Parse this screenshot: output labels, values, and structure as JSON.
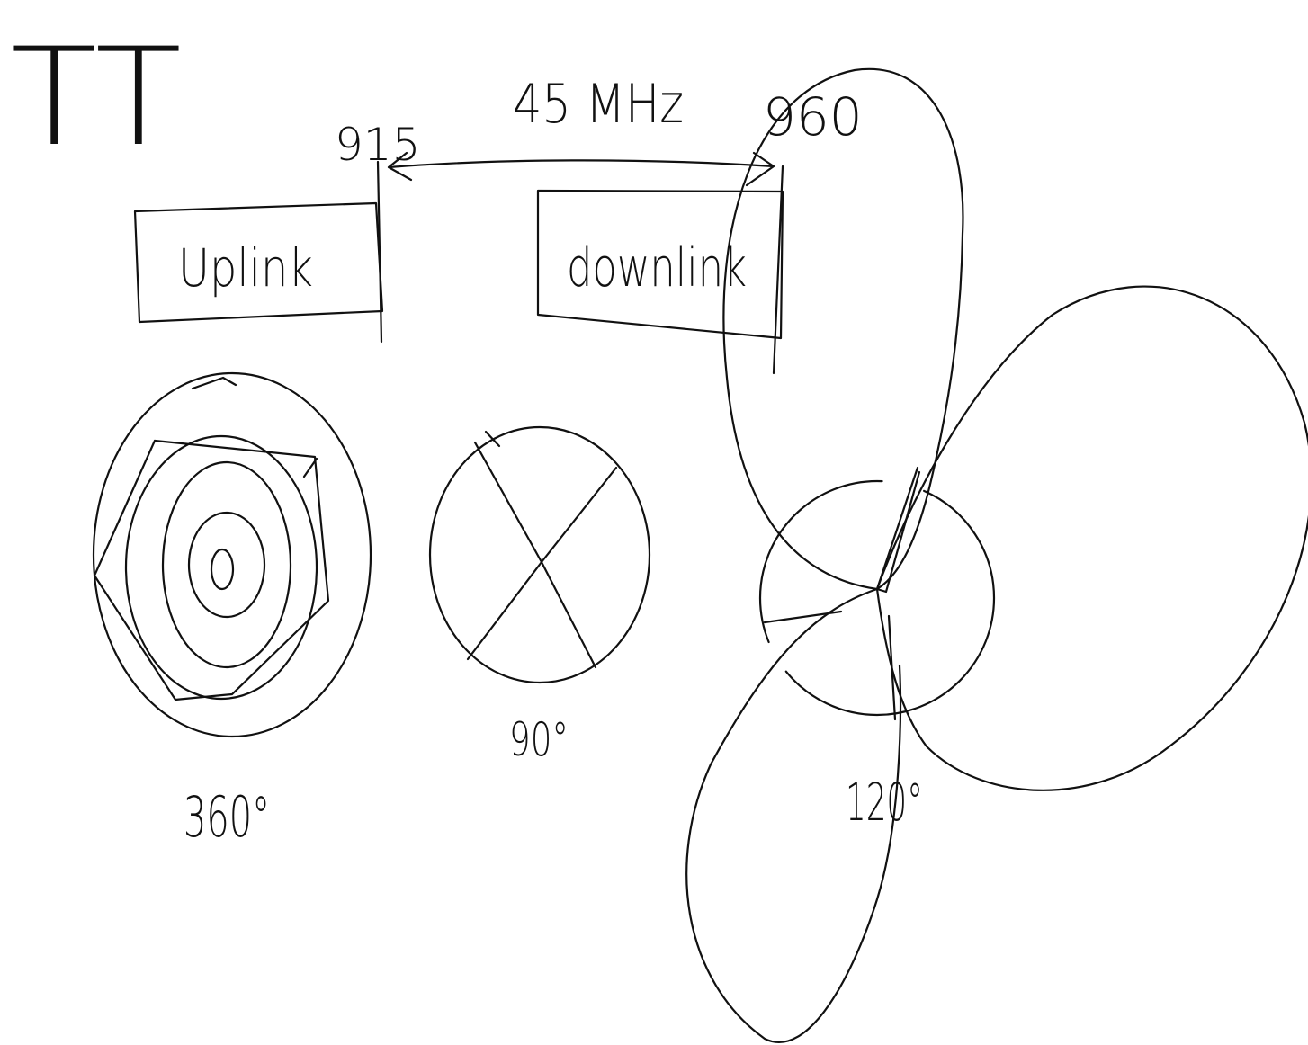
{
  "title": "TT",
  "band": {
    "start": "915",
    "end": "960",
    "width": "45 MHz"
  },
  "boxes": {
    "uplink": "Uplink",
    "downlink": "downlink"
  },
  "patterns": {
    "omni": "360°",
    "sector_90": "90°",
    "sector_120": "120°"
  },
  "colors": {
    "ink": "#111111",
    "paper": "#ffffff"
  }
}
